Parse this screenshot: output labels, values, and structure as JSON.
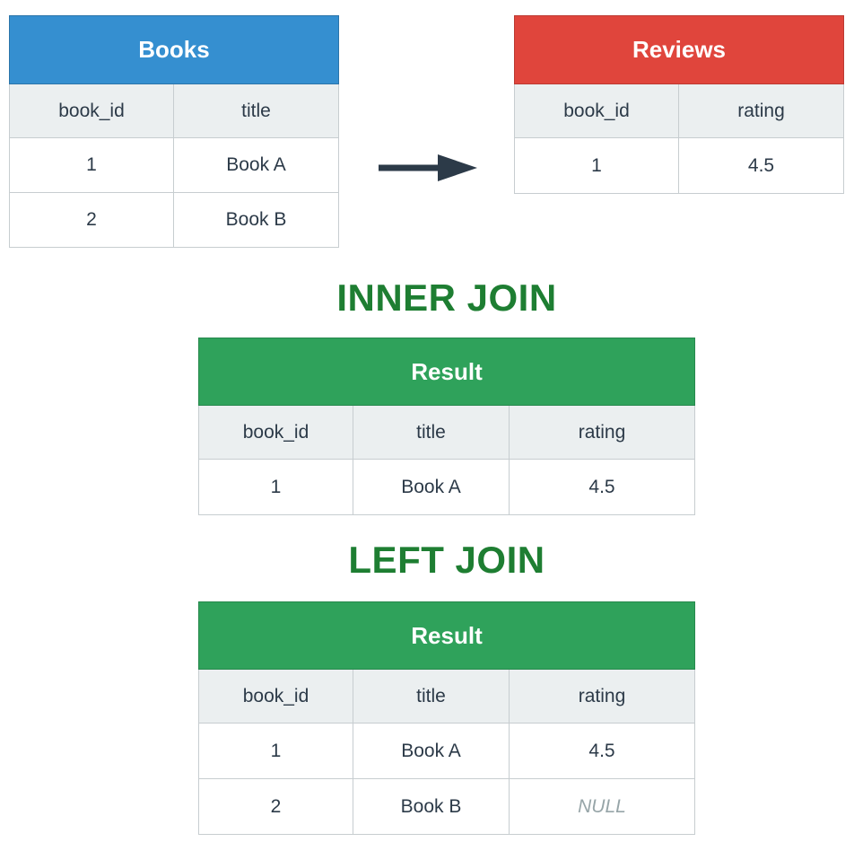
{
  "books": {
    "title": "Books",
    "columns": [
      "book_id",
      "title"
    ],
    "rows": [
      [
        "1",
        "Book A"
      ],
      [
        "2",
        "Book B"
      ]
    ]
  },
  "reviews": {
    "title": "Reviews",
    "columns": [
      "book_id",
      "rating"
    ],
    "rows": [
      [
        "1",
        "4.5"
      ]
    ]
  },
  "inner_join": {
    "heading": "INNER JOIN",
    "result": {
      "title": "Result",
      "columns": [
        "book_id",
        "title",
        "rating"
      ],
      "rows": [
        [
          "1",
          "Book A",
          "4.5"
        ]
      ]
    }
  },
  "left_join": {
    "heading": "LEFT JOIN",
    "result": {
      "title": "Result",
      "columns": [
        "book_id",
        "title",
        "rating"
      ],
      "rows": [
        [
          "1",
          "Book A",
          "4.5"
        ],
        [
          "2",
          "Book B",
          "NULL"
        ]
      ]
    }
  },
  "icons": {
    "arrow": "right-arrow-icon"
  },
  "colors": {
    "books_header": "#358fd0",
    "reviews_header": "#e0453c",
    "result_header": "#2fa25b",
    "join_heading_text": "#1e7e32",
    "cell_text": "#2c3a48",
    "column_row_bg": "#ebeff0",
    "border": "#c7cdd0",
    "null_text": "#97a5a8",
    "arrow": "#2c3a48"
  }
}
